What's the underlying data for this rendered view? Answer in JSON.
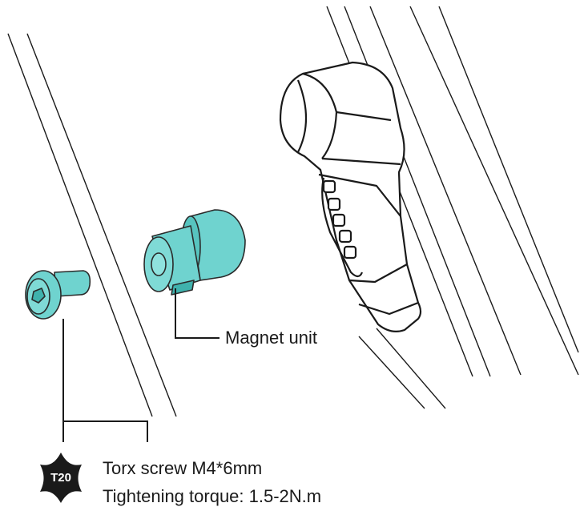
{
  "labels": {
    "magnet_unit": "Magnet unit",
    "screw_spec": "Torx screw M4*6mm",
    "torque_spec": "Tightening torque: 1.5-2N.m",
    "torx_badge": "T20"
  },
  "colors": {
    "part_fill": "#6fd3cf",
    "part_dark": "#3fb2ad",
    "line": "#1a1a1a",
    "badge": "#1a1a1a"
  },
  "icons": {
    "torx_badge": "torx-star-icon",
    "screw": "screw-icon",
    "magnet": "magnet-unit-icon",
    "sensor": "sensor-housing-icon"
  }
}
